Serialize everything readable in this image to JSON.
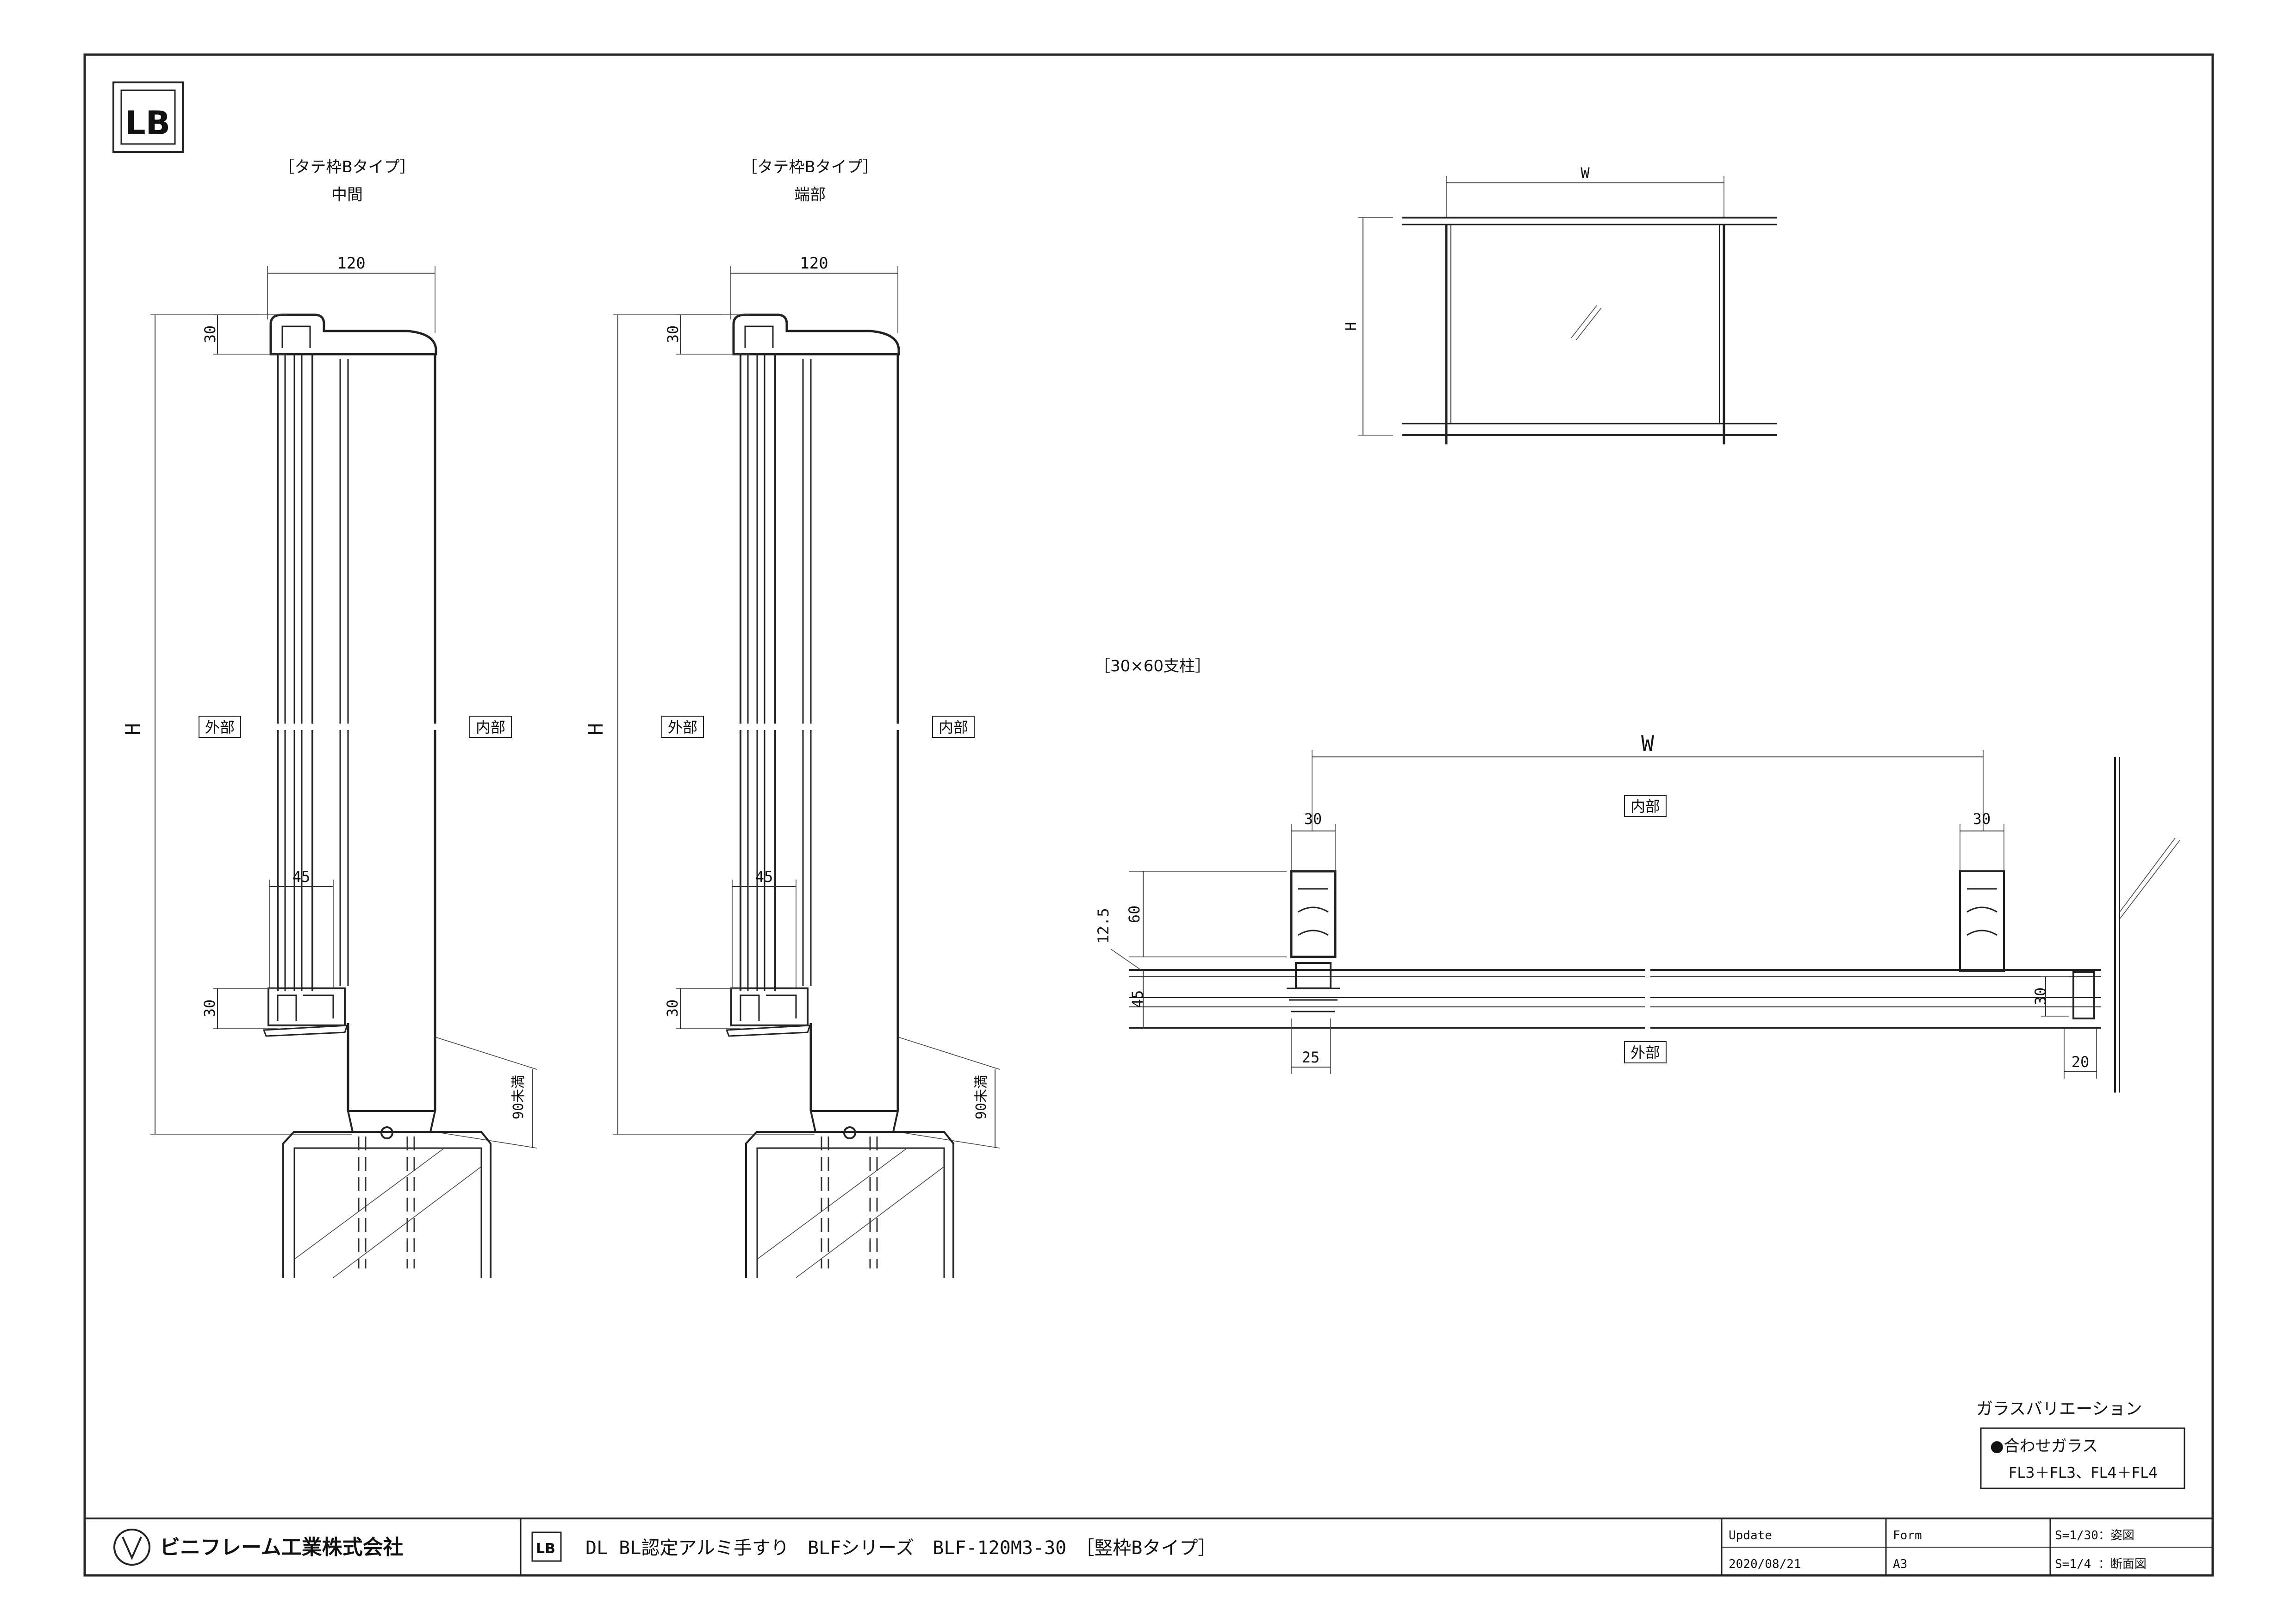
{
  "views": {
    "middle": {
      "type_label": "［タテ枠Bタイプ］",
      "position_label": "中間",
      "dim_width": "120",
      "dim_top": "30",
      "dim_inner": "45",
      "dim_bottom": "30",
      "dim_height": "H",
      "dim_clear": "90未満",
      "label_outer": "外部",
      "label_inner": "内部"
    },
    "end": {
      "type_label": "［タテ枠Bタイプ］",
      "position_label": "端部",
      "dim_width": "120",
      "dim_top": "30",
      "dim_inner": "45",
      "dim_bottom": "30",
      "dim_height": "H",
      "dim_clear": "90未満",
      "label_outer": "外部",
      "label_inner": "内部"
    },
    "elevation": {
      "dim_width": "W",
      "dim_height": "H"
    },
    "plan": {
      "title": "［30×60支柱］",
      "dim_width": "W",
      "label_inner": "内部",
      "label_outer": "外部",
      "dim_post_left": "30",
      "dim_post_right": "30",
      "dim_60": "60",
      "dim_12_5": "12.5",
      "dim_45": "45",
      "dim_25": "25",
      "dim_30_end": "30",
      "dim_20": "20"
    }
  },
  "glass": {
    "title": "ガラスバリエーション",
    "item": "●合わせガラス",
    "spec": "FL3＋FL3、FL4＋FL4"
  },
  "title_block": {
    "company": "ビニフレーム工業株式会社",
    "drawing_title": "DL BL認定アルミ手すり　BLFシリーズ　BLF-120M3-30　［竪枠Bタイプ］",
    "update_label": "Update",
    "update_value": "2020/08/21",
    "form_label": "Form",
    "form_value": "A3",
    "scale_1": "S=1/30：姿図",
    "scale_2": "S=1/4 ：断面図"
  }
}
